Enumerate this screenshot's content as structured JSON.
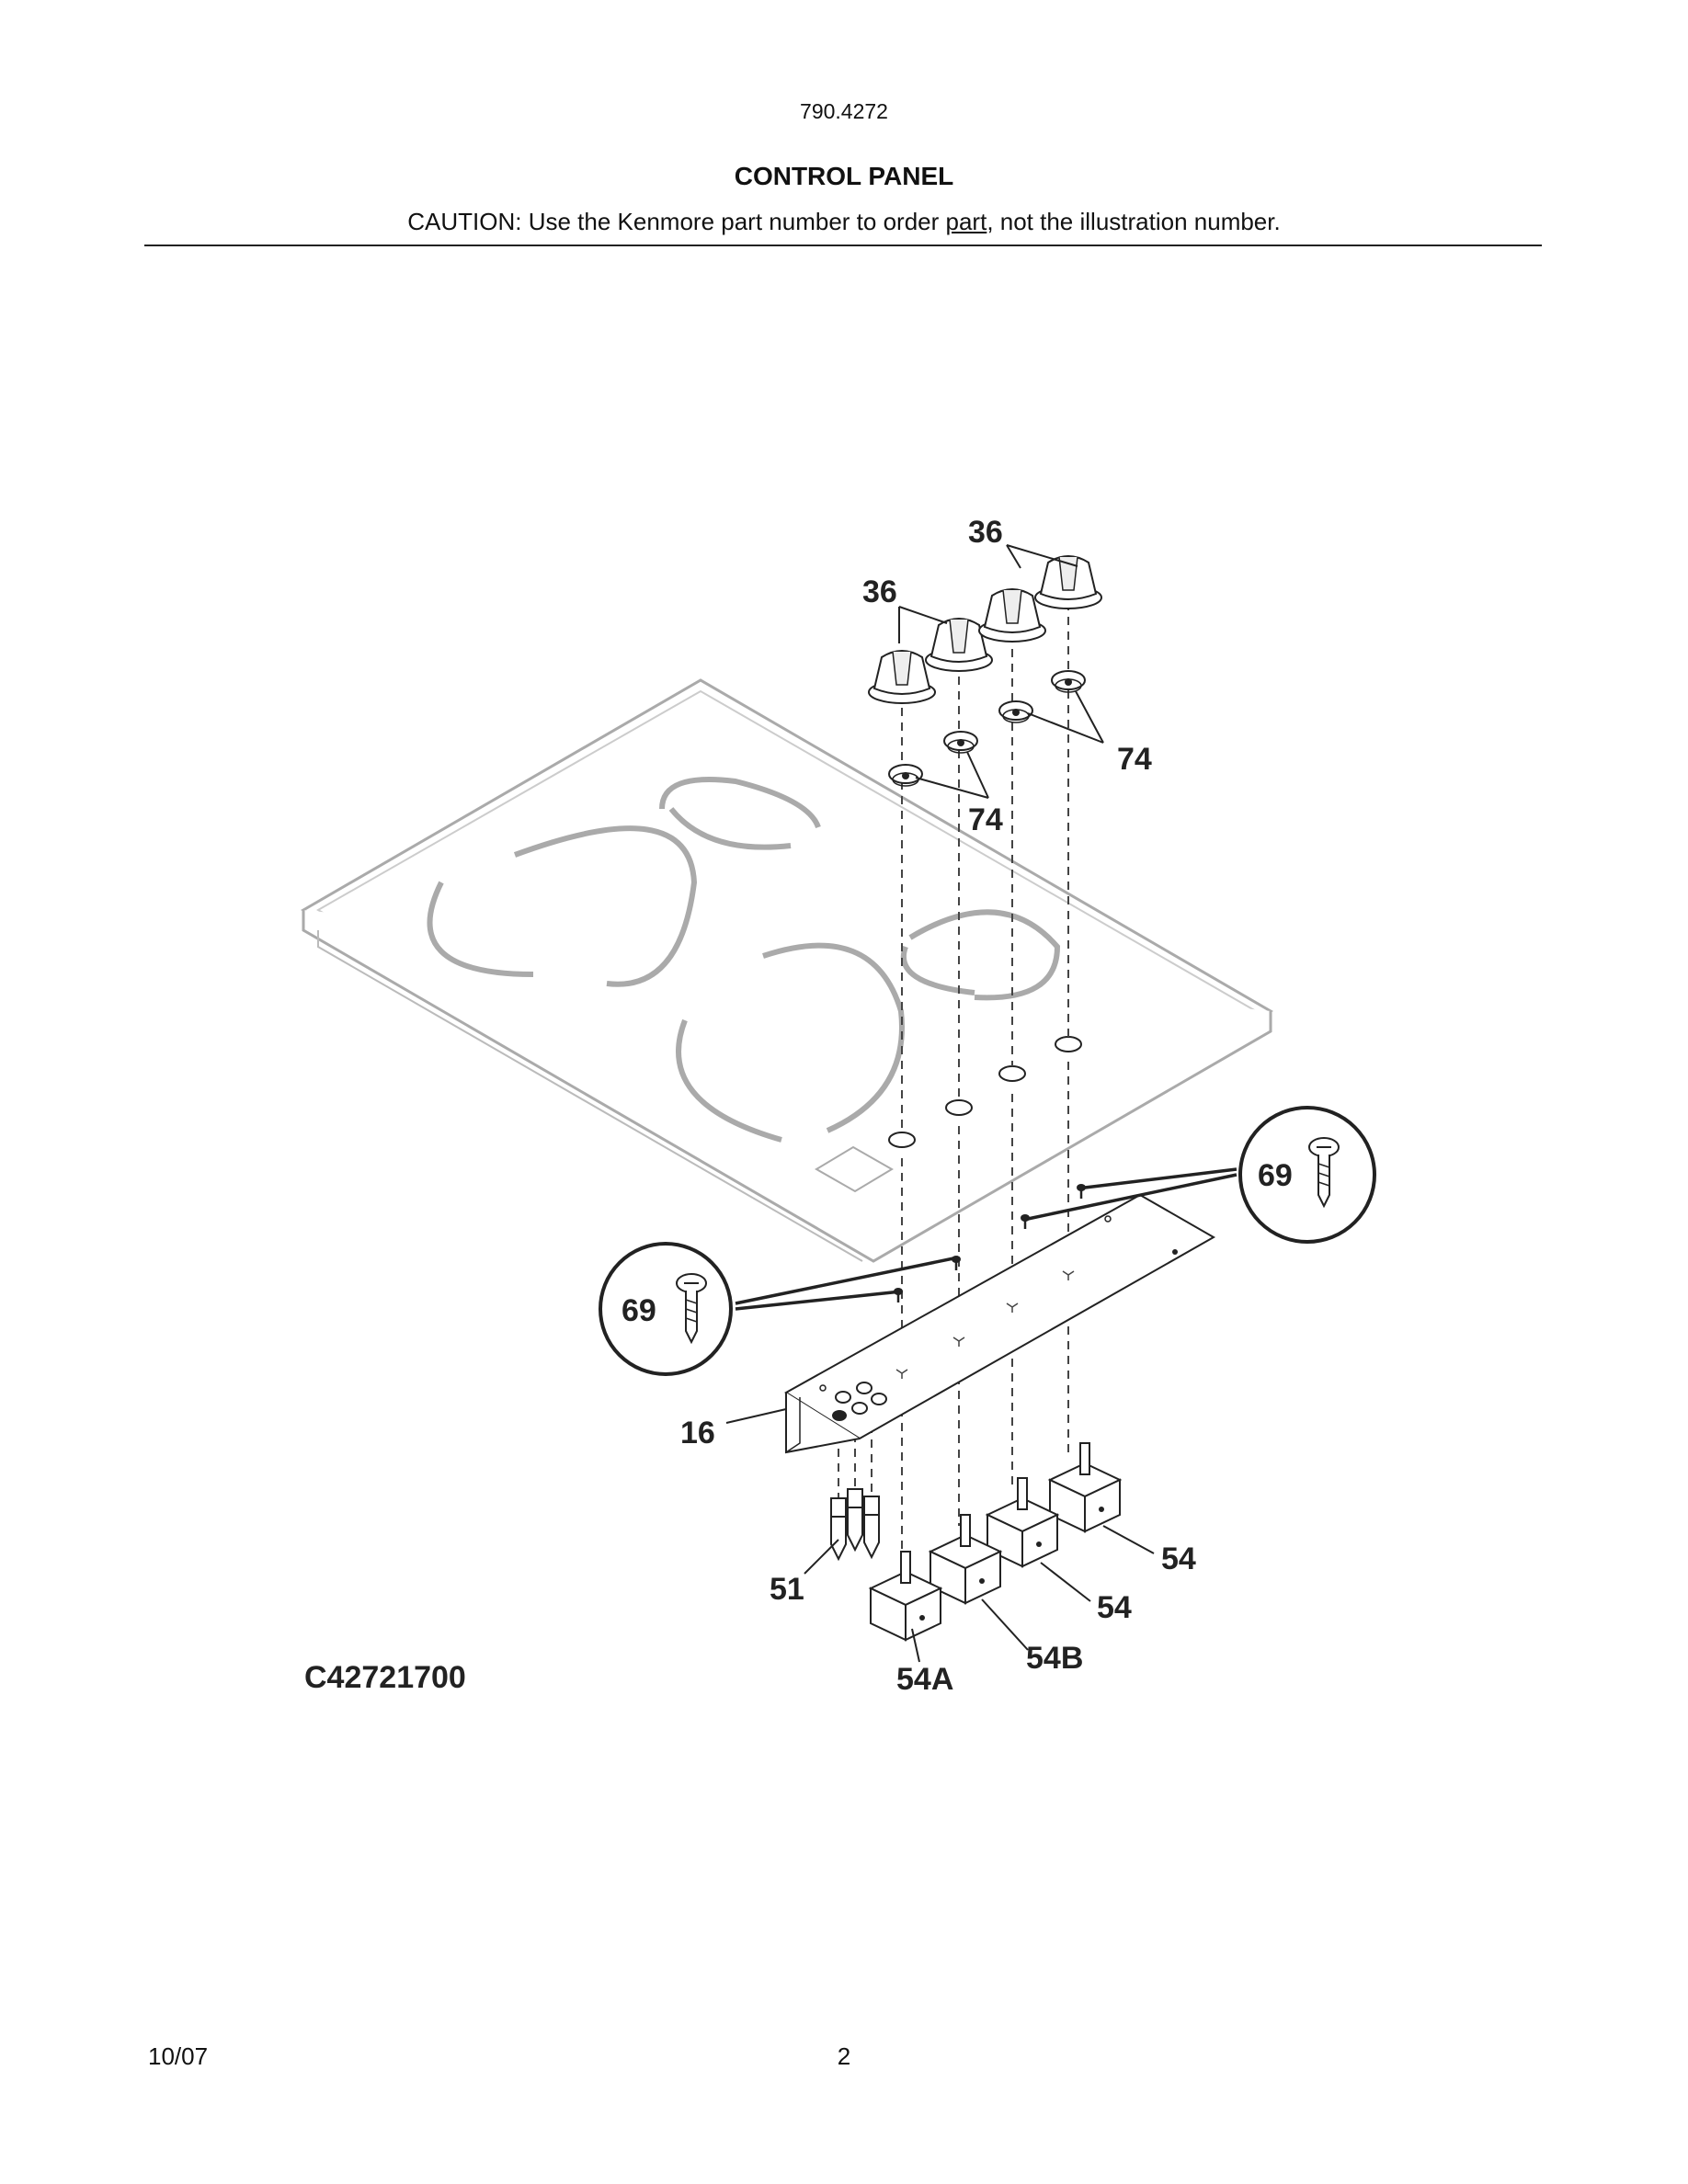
{
  "header": {
    "model_number": "790.4272",
    "title": "CONTROL PANEL",
    "caution_before": "CAUTION: Use the Kenmore part number to order ",
    "caution_underlined": "part",
    "caution_after": ", not the illustration number."
  },
  "diagram": {
    "code": "C42721700",
    "callouts": {
      "knob_upper": "36",
      "knob_left": "36",
      "bezel_right": "74",
      "bezel_left": "74",
      "screw_right": "69",
      "screw_left": "69",
      "bracket": "16",
      "indicator": "51",
      "switch_right_top": "54",
      "switch_right": "54",
      "switch_b": "54B",
      "switch_a": "54A"
    }
  },
  "footer": {
    "date": "10/07",
    "page": "2"
  }
}
